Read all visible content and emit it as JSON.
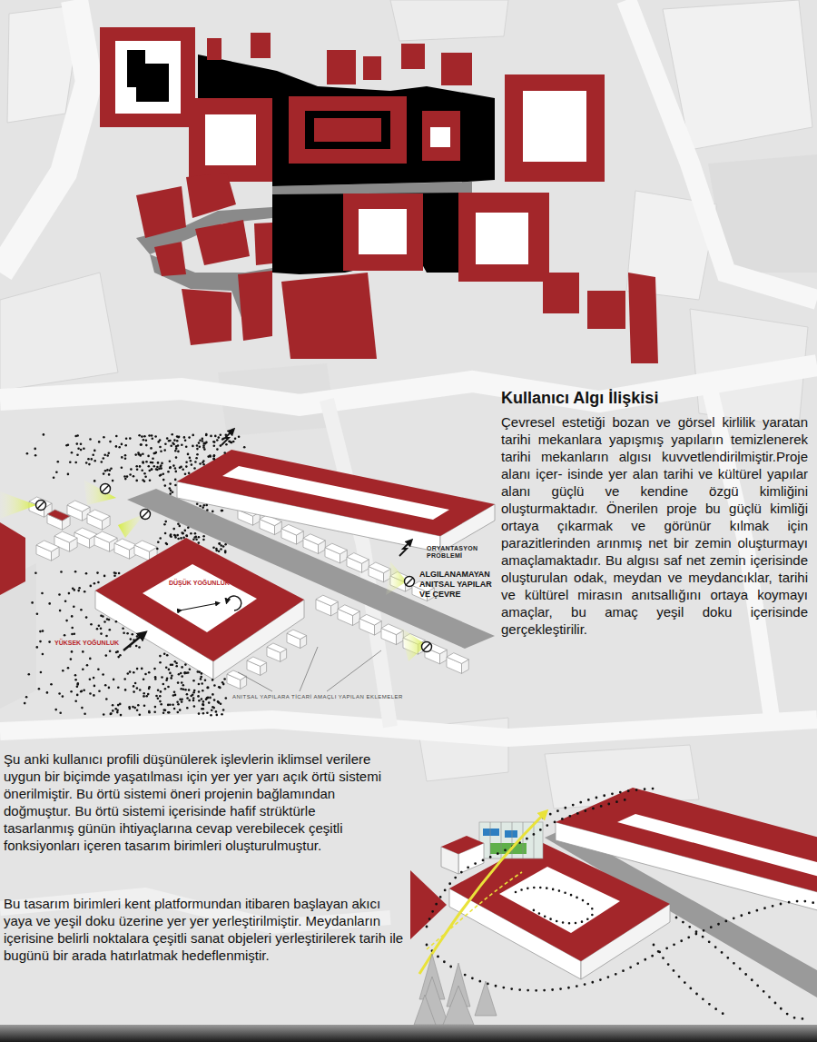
{
  "diagram": {
    "title": "Kullanıcı Algı İlişkisi",
    "labels": [
      "Çevresel estetiği bozan ve görsel kirlilik yaratan tarihi mekanlara yapışmış yapıların temizlenerek tarihi mekanların algısı kuvvetlendirilmiştir.Proje alanı içer- isinde yer alan tarihi ve kültürel yapılar alanı güçlü ve kendine özgü kimliğini oluşturmaktadır. Önerilen proje bu güçlü kimliği ortaya çıkarmak ve görünür kılmak için parazitlerinden arınmış net bir zemin oluşturmayı amaçlamaktadır. Bu algısı saf net zemin içerisinde oluşturulan odak, meydan ve meydancıklar, tarihi ve kültürel mirasın anıtsallığını ortaya koymayı amaçlar, bu amaç yeşil doku içerisinde gerçekleştirilir.",
      "ORYANTASYON PROBLEMİ",
      "ALGILANAMAYAN ANITSAL YAPILAR VE ÇEVRE",
      "DÜŞÜK YOĞUNLUK",
      "YÜKSEK YOĞUNLUK",
      "ANITSAL YAPILARA TİCARİ AMAÇLI YAPILAN EKLEMELER",
      "Şu anki kullanıcı profili düşünülerek işlevlerin iklimsel verilere uygun bir biçimde yaşatılması için yer yer yarı açık örtü sistemi önerilmiştir. Bu örtü sistemi öneri projenin bağlamından doğmuştur. Bu örtü sistemi içerisinde hafif strüktürle tasarlanmış günün ihtiyaçlarına cevap verebilecek çeşitli fonksiyonları içeren tasarım birimleri oluşturulmuştur.",
      "Bu tasarım birimleri kent platformundan itibaren başlayan akıcı yaya ve yeşil doku üzerine yer yer yerleştirilmiştir. Meydanların içerisine belirli noktalara çeşitli sanat objeleri yerleştirilerek tarih ile bugünü bir arada hatırlatmak hedeflenmiştir."
    ]
  }
}
